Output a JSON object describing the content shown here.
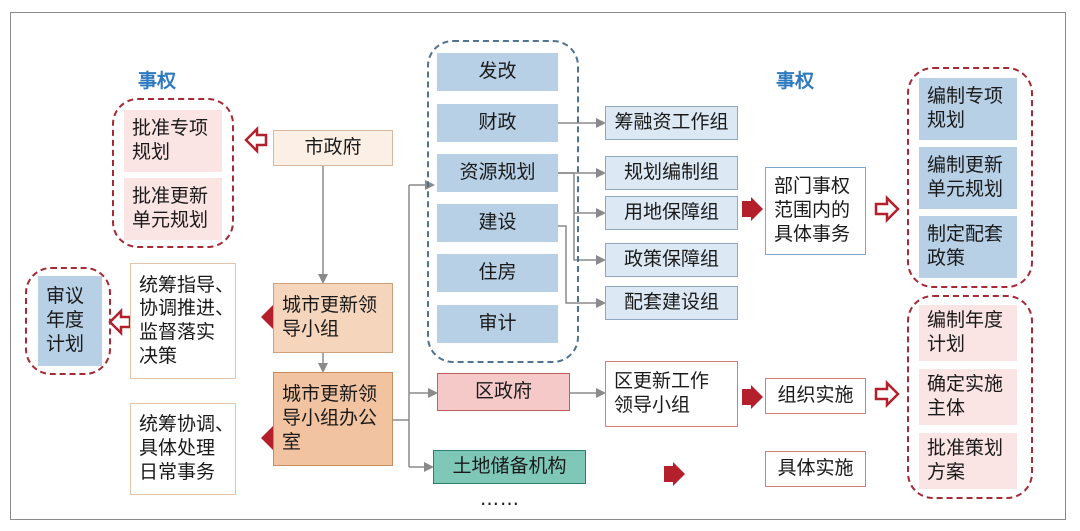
{
  "headers": {
    "left": "事权",
    "right": "事权"
  },
  "left_column": {
    "shizhengfu_rights": [
      "批准专项\n规划",
      "批准更新\n单元规划"
    ],
    "review": "审议\n年度\n计划",
    "leading_group_duties": "统筹指导、\n协调推进、\n监督落实\n决策",
    "office_duties": "统筹协调、\n具体处理\n日常事务"
  },
  "center_column": {
    "city_gov": "市政府",
    "leading_group": "城市更新领\n导小组",
    "office": "城市更新领\n导小组办公\n室"
  },
  "departments": [
    "发改",
    "财政",
    "资源规划",
    "建设",
    "住房",
    "审计"
  ],
  "work_groups": [
    "筹融资工作组",
    "规划编制组",
    "用地保障组",
    "政策保障组",
    "配套建设组"
  ],
  "district": {
    "gov": "区政府",
    "group": "区更新工作\n领导小组",
    "land_agency": "土地储备机构",
    "ellipsis": "……"
  },
  "right_column": {
    "dept_scope": "部门事权\n范围内的\n具体事务",
    "organize": "组织实施",
    "implement": "具体实施",
    "dept_rights": [
      "编制专项\n规划",
      "编制更新\n单元规划",
      "制定配套\n政策"
    ],
    "district_rights": [
      "编制年度\n计划",
      "确定实施\n主体",
      "批准策划\n方案"
    ]
  },
  "colors": {
    "accent_blue": "#2e7abf",
    "arrow_red": "#b3202c",
    "connector_gray": "#8a8a8a"
  }
}
